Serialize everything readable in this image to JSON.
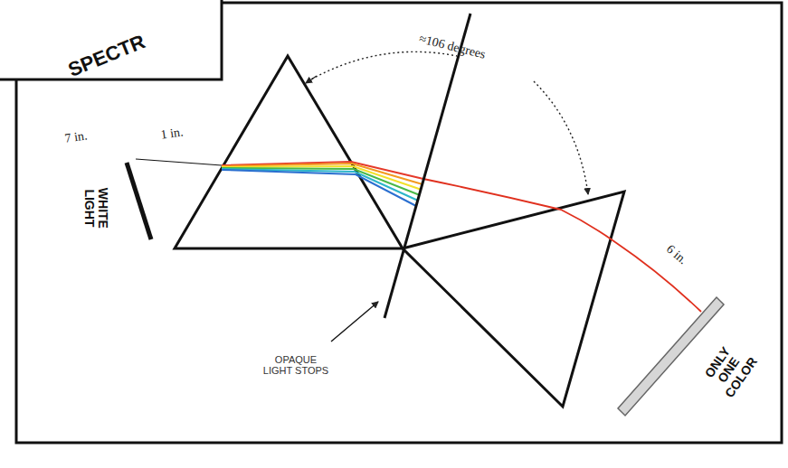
{
  "diagram": {
    "labels": [
      "SPECTR",
      "7 in.",
      "1 in.",
      "WHITE LIGHT",
      "≈106 degrees",
      "6 in.",
      "OPAQUE LIGHT STOPS",
      "ONLY ONE COLOR"
    ]
  }
}
